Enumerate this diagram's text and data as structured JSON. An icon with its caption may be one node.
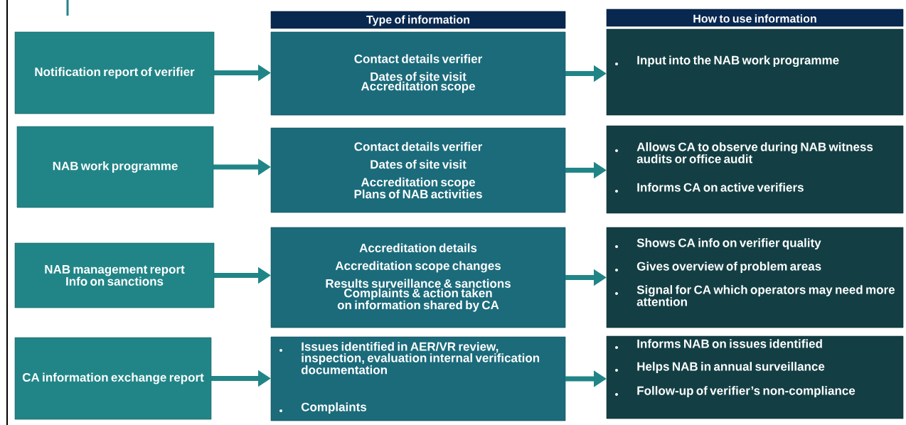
{
  "diagram": {
    "nodes": [
      {
        "text": [
          "Type of information"
        ]
      },
      {
        "text": [
          "How to use information"
        ]
      },
      {
        "text": [
          "Notification report of verifier"
        ]
      },
      {
        "text": [
          "Contact details verifier",
          "Dates of site visit",
          "Accreditation scope"
        ]
      },
      {
        "text": [
          "Input into the NAB work programme"
        ]
      },
      {
        "text": [
          "NAB work programme"
        ]
      },
      {
        "text": [
          "Contact details verifier",
          "Dates of site visit",
          "Accreditation scope",
          "Plans of NAB activities"
        ]
      },
      {
        "text": [
          "Allows CA to observe during NAB witness audits or office  audit",
          "Informs CA on active verifiers"
        ]
      },
      {
        "text": [
          "NAB management report",
          "Info on sanctions"
        ]
      },
      {
        "text": [
          "Accreditation details",
          "Accreditation scope changes",
          "Results surveillance & sanctions",
          "Complaints & action taken on information shared by CA"
        ]
      },
      {
        "text": [
          "Shows CA info on verifier quality",
          "Gives overview of problem areas",
          "Signal for CA which operators may need more attention"
        ]
      },
      {
        "text": [
          "CA information exchange report"
        ]
      },
      {
        "text": [
          "Issues identified in AER/VR review, inspection, evaluation internal verification documentation",
          "Complaints"
        ]
      },
      {
        "text": [
          "Informs NAB on issues identified",
          "Helps NAB in annual surveillance",
          "Follow-up of verifier’s non-compliance"
        ]
      }
    ],
    "edges": [
      {
        "from": 2,
        "to": 3,
        "arrow": "to"
      },
      {
        "from": 3,
        "to": 4,
        "arrow": "to"
      },
      {
        "from": 5,
        "to": 6,
        "arrow": "to"
      },
      {
        "from": 6,
        "to": 7,
        "arrow": "to"
      },
      {
        "from": 8,
        "to": 9,
        "arrow": "to"
      },
      {
        "from": 9,
        "to": 10,
        "arrow": "to"
      },
      {
        "from": 11,
        "to": 12,
        "arrow": "to"
      },
      {
        "from": 12,
        "to": 13,
        "arrow": "to"
      }
    ]
  }
}
